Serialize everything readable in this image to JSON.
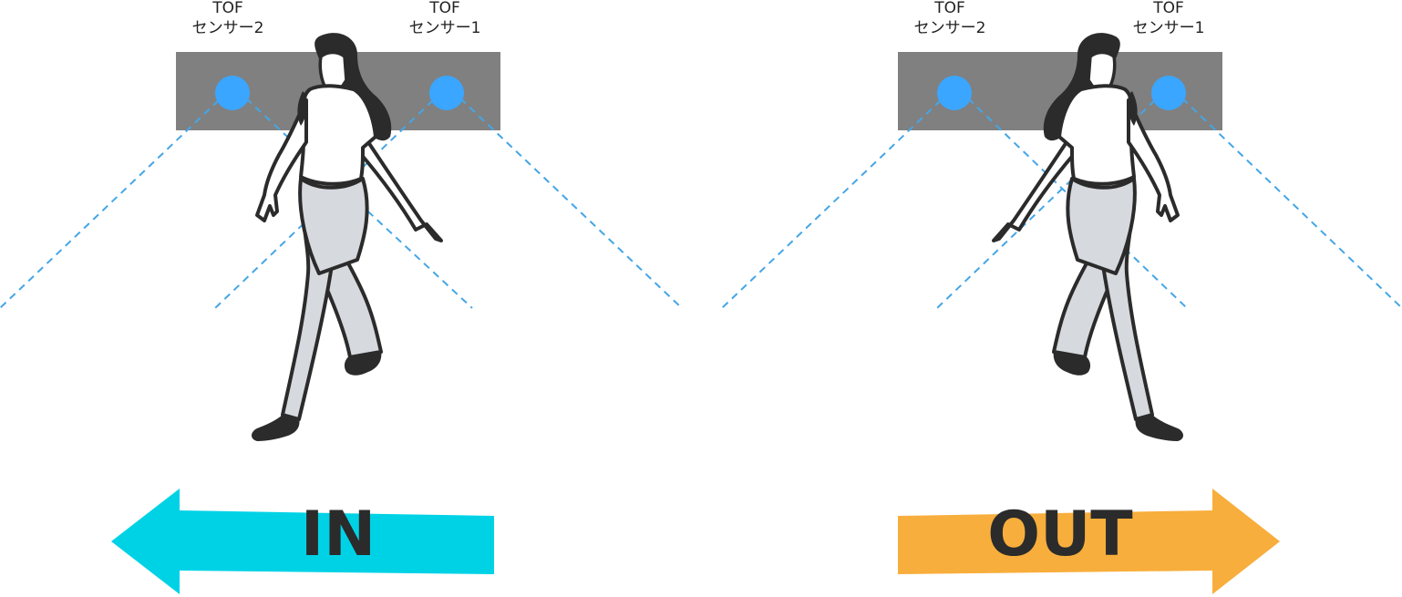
{
  "panels": [
    {
      "id": "in",
      "sensor_left": {
        "line1": "TOF",
        "line2": "センサー2"
      },
      "sensor_right": {
        "line1": "TOF",
        "line2": "センサー1"
      },
      "arrow": {
        "label": "IN",
        "direction": "left",
        "color": "#00d2e6"
      }
    },
    {
      "id": "out",
      "sensor_left": {
        "line1": "TOF",
        "line2": "センサー2"
      },
      "sensor_right": {
        "line1": "TOF",
        "line2": "センサー1"
      },
      "arrow": {
        "label": "OUT",
        "direction": "right",
        "color": "#f8ae3c"
      }
    }
  ],
  "colors": {
    "sensor_bar": "#808080",
    "sensor_dot": "#3aa6ff",
    "beam": "#45a6e6",
    "figure_outline": "#2b2b2b",
    "pants": "#d6d9dd",
    "hair": "#2b2b2b"
  }
}
